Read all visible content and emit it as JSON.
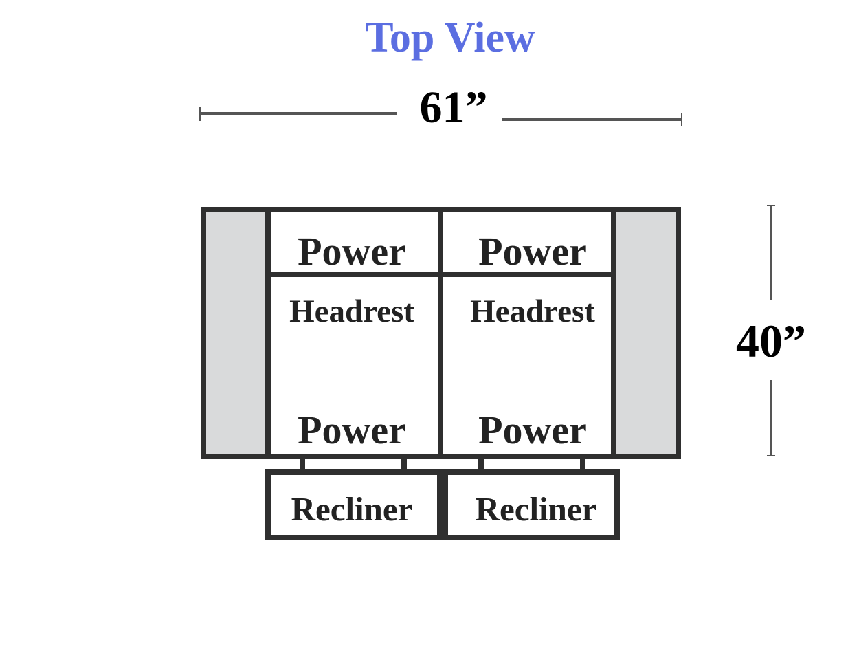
{
  "title": "Top View",
  "width_dimension": "61”",
  "depth_dimension": "40”",
  "seats": [
    {
      "top_label": "Power",
      "middle_label": "Headrest",
      "bottom_label": "Power",
      "footrest_label": "Recliner"
    },
    {
      "top_label": "Power",
      "middle_label": "Headrest",
      "bottom_label": "Power",
      "footrest_label": "Recliner"
    }
  ],
  "colors": {
    "title": "#5b6ee1",
    "outline": "#2f2f2f",
    "arm_fill": "#d9dadb",
    "text": "#222222",
    "dimension_line": "#555555"
  }
}
